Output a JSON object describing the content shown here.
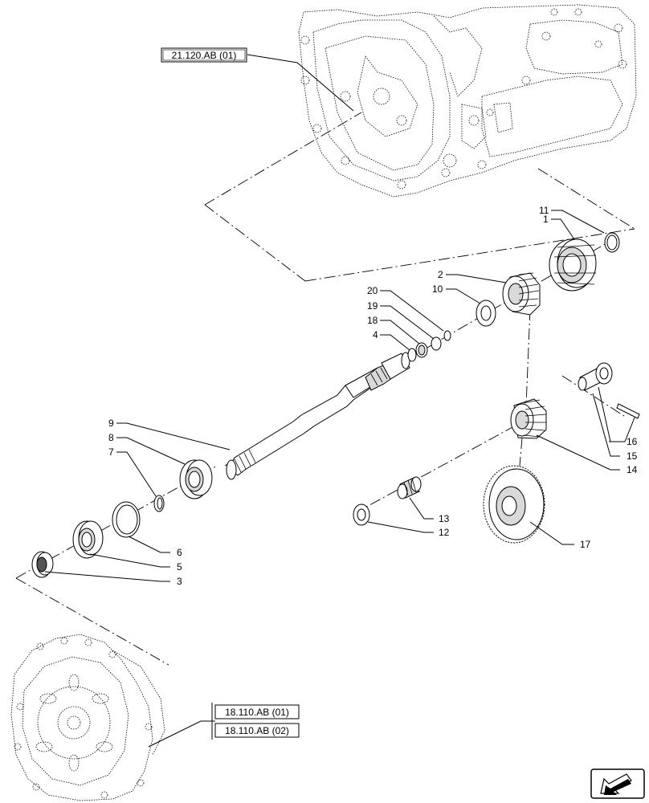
{
  "references": {
    "top": "21.120.AB (01)",
    "bottom_1": "18.110.AB (01)",
    "bottom_2": "18.110.AB (02)"
  },
  "callouts": {
    "c1": "1",
    "c2": "2",
    "c3": "3",
    "c4": "4",
    "c5": "5",
    "c6": "6",
    "c7": "7",
    "c8": "8",
    "c9": "9",
    "c10": "10",
    "c11": "11",
    "c12": "12",
    "c13": "13",
    "c14": "14",
    "c15": "15",
    "c16": "16",
    "c17": "17",
    "c18": "18",
    "c19": "19",
    "c20": "20"
  },
  "nav_icon": "arrow-icon"
}
